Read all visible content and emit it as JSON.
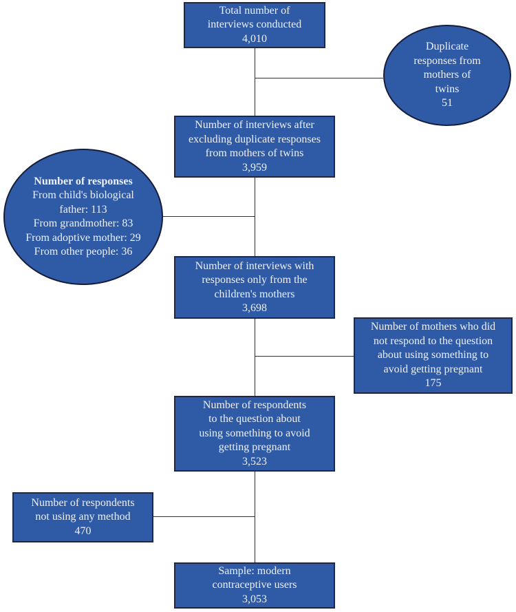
{
  "figure": {
    "type": "participant-flow-diagram",
    "description": "Sample selection flowchart ending in modern contraceptive users"
  },
  "colors": {
    "node_fill": "#2f5aa6",
    "box_border": "#1e2749",
    "ellipse_border": "#161d3a",
    "connector": "#2f2f34",
    "text": "#eef1f8",
    "background": "#ffffff"
  },
  "nodes": {
    "total": {
      "value": "4,010",
      "lines": [
        "Total number of",
        "interviews conducted",
        "4,010"
      ]
    },
    "duplicates": {
      "value": "51",
      "lines": [
        "Duplicate",
        "responses from",
        "mothers of",
        "twins",
        "51"
      ]
    },
    "after_duplicates": {
      "value": "3,959",
      "lines": [
        "Number of interviews after",
        "excluding duplicate responses",
        "from mothers of twins",
        "3,959"
      ]
    },
    "other_responses": {
      "title": "Number of responses",
      "lines": [
        "From child's biological",
        "father: 113",
        "From grandmother: 83",
        "From adoptive mother: 29",
        "From other people: 36"
      ]
    },
    "mothers_only": {
      "value": "3,698",
      "lines": [
        "Number of interviews with",
        "responses only from the",
        "children's mothers",
        "3,698"
      ]
    },
    "non_respondents": {
      "value": "175",
      "lines": [
        "Number of mothers who did",
        "not respond to the question",
        "about using something to",
        "avoid getting pregnant",
        "175"
      ]
    },
    "respondents": {
      "value": "3,523",
      "lines": [
        "Number of respondents",
        "to the question about",
        "using something to avoid",
        "getting pregnant",
        "3,523"
      ]
    },
    "no_method": {
      "value": "470",
      "lines": [
        "Number of respondents",
        "not using any method",
        "470"
      ]
    },
    "sample": {
      "value": "3,053",
      "lines": [
        "Sample: modern",
        "contraceptive users",
        "3,053"
      ]
    }
  }
}
